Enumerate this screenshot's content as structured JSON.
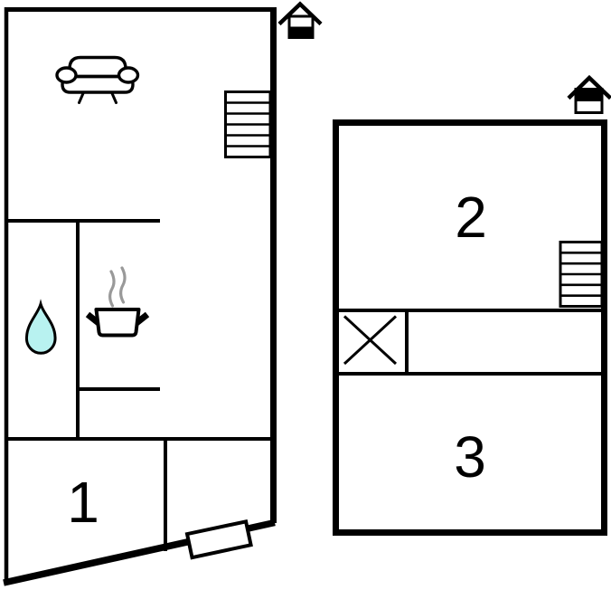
{
  "palette": {
    "background": "#ffffff",
    "line": "#000000",
    "water_drop_fill": "#b8f2f0",
    "steam": "#999999"
  },
  "plans": [
    {
      "name": "ground-floor-plan",
      "level_icon": "house-ground-floor-icon",
      "rooms": [
        {
          "label": "1"
        }
      ],
      "feature_icons": [
        "sofa-icon",
        "staircase-icon",
        "water-drop-icon",
        "cooking-pot-icon",
        "entrance-door-icon"
      ]
    },
    {
      "name": "upper-floor-plan",
      "level_icon": "house-upper-floor-icon",
      "rooms": [
        {
          "label": "2"
        },
        {
          "label": "3"
        }
      ],
      "feature_icons": [
        "staircase-icon",
        "crossed-void-icon"
      ]
    }
  ]
}
